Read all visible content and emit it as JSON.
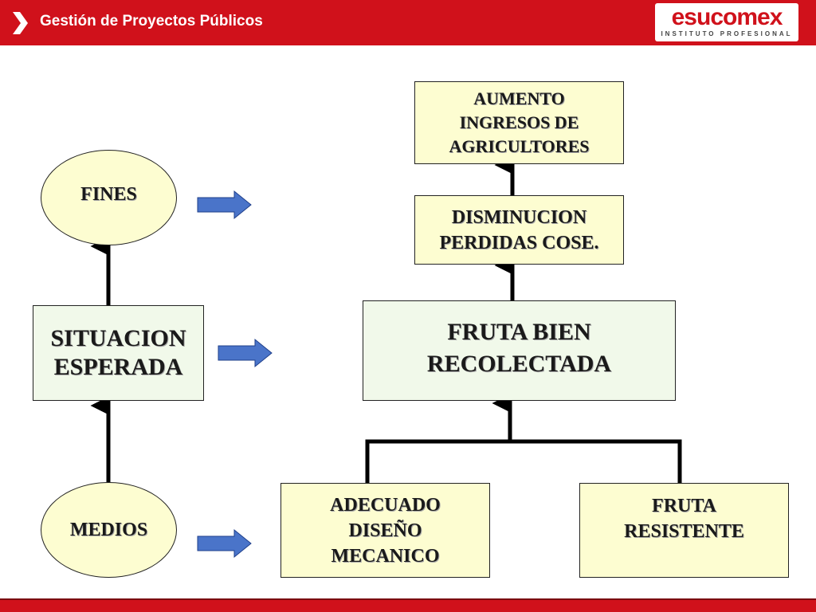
{
  "slide": {
    "title": "Gestión de Proyectos Públicos",
    "logo": {
      "name": "esucomex",
      "subtitle": "INSTITUTO PROFESIONAL"
    },
    "colors": {
      "brand_red": "#d0111b",
      "node_fill": "#fdfdd1",
      "node_fill_green": "#f1f9ea",
      "arrow_blue": "#4a74c9"
    },
    "icons": {
      "header": "chevron-right-icon",
      "block_arrow": "blue-right-arrow-icon"
    }
  },
  "legend": {
    "fines": "FINES",
    "situacion": "SITUACION\nESPERADA",
    "medios": "MEDIOS"
  },
  "tree": {
    "aumento": "AUMENTO\nINGRESOS DE\nAGRICULTORES",
    "disminucion": "DISMINUCION\nPERDIDAS COSE.",
    "fruta_bien": "FRUTA BIEN\nRECOLECTADA",
    "adecuado": "ADECUADO\nDISEÑO\nMECANICO",
    "fruta_resistente": "FRUTA\nRESISTENTE"
  }
}
